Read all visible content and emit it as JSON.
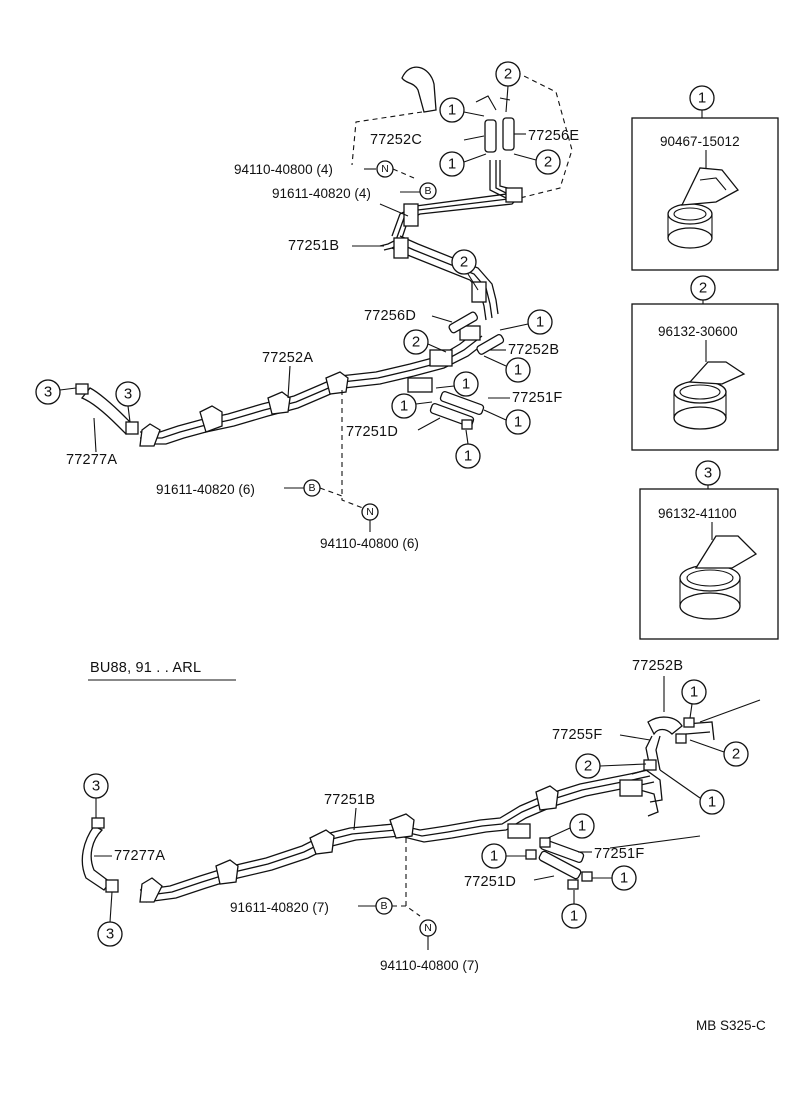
{
  "diagram": {
    "code": "MB S325-C",
    "section_label": "BU88, 91 . . ARL",
    "clamps": [
      {
        "ref": "1",
        "part": "90467-15012"
      },
      {
        "ref": "2",
        "part": "96132-30600"
      },
      {
        "ref": "3",
        "part": "96132-41100"
      }
    ],
    "ref_symbols": {
      "one": "1",
      "two": "2",
      "three": "3",
      "n": "N",
      "b": "B"
    },
    "top": {
      "p77252C": "77252C",
      "p77256E": "77256E",
      "nut_qty": "94110-40800 (4)",
      "bolt_qty": "91611-40820 (4)",
      "p77251B": "77251B",
      "p77256D": "77256D",
      "p77252A": "77252A",
      "p77252B": "77252B",
      "p77251F": "77251F",
      "p77251D": "77251D",
      "p77277A": "77277A",
      "bolt_qty_lower": "91611-40820 (6)",
      "nut_qty_lower": "94110-40800 (6)"
    },
    "bottom": {
      "p77252B": "77252B",
      "p77255F": "77255F",
      "p77251B": "77251B",
      "p77277A": "77277A",
      "p77251F": "77251F",
      "p77251D": "77251D",
      "bolt_qty": "91611-40820 (7)",
      "nut_qty": "94110-40800 (7)"
    }
  }
}
